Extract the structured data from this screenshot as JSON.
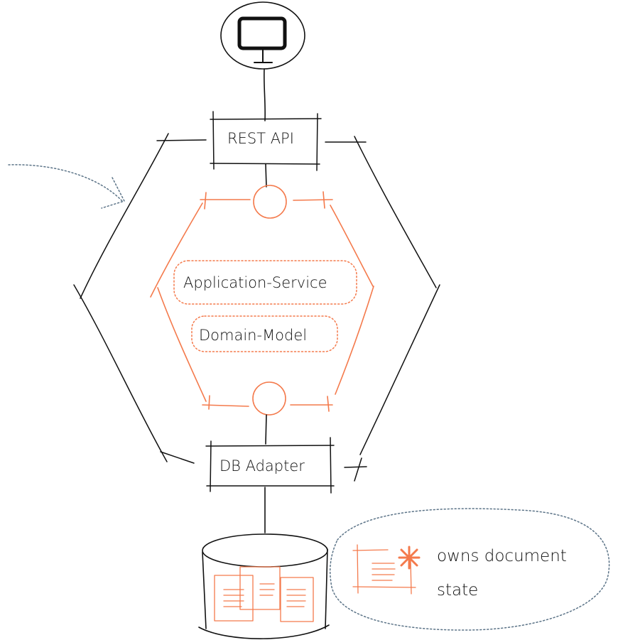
{
  "nodes": {
    "rest_api": "REST API",
    "application_service": "Application-Service",
    "domain_model": "Domain-Model",
    "db_adapter": "DB Adapter"
  },
  "annotation": {
    "line1": "owns document",
    "line2": "state"
  },
  "colors": {
    "ink": "#111111",
    "accent": "#f47a4c",
    "dotted_note": "#5b7387"
  },
  "icons": {
    "client": "monitor-icon",
    "database": "database-icon",
    "asterisk": "asterisk-icon",
    "document": "document-icon"
  }
}
